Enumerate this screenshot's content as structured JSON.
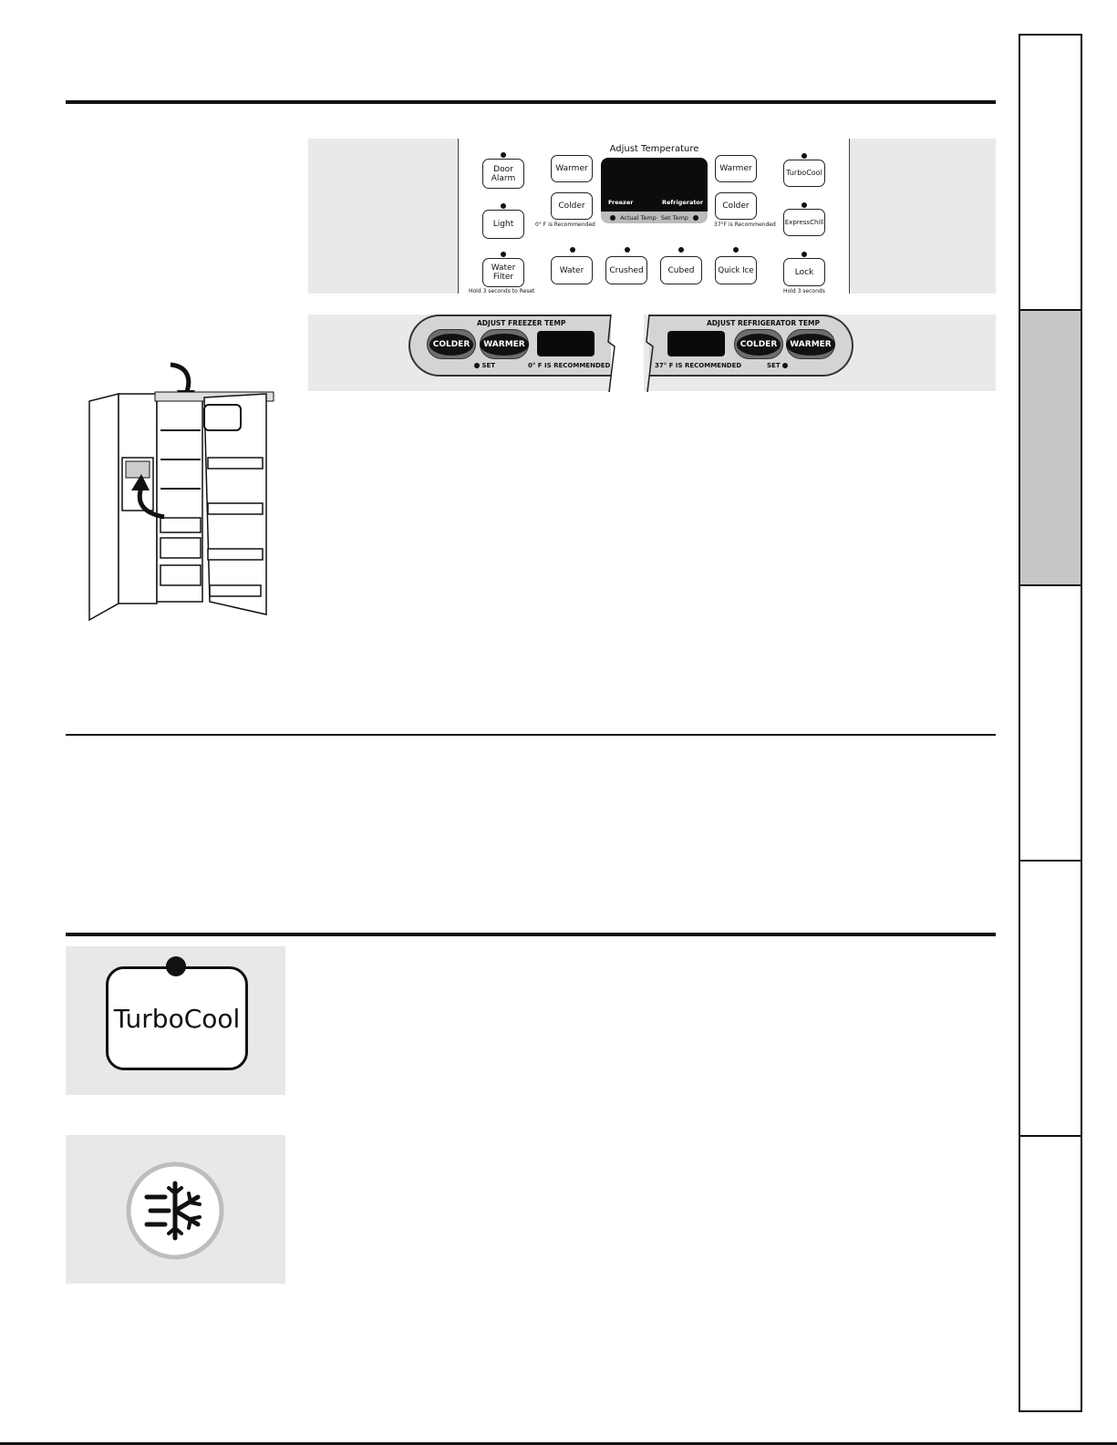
{
  "control_panel": {
    "title": "Adjust Temperature",
    "buttons": {
      "door_alarm": "Door Alarm",
      "light": "Light",
      "water_filter": "Water Filter",
      "warmer_left": "Warmer",
      "colder_left": "Colder",
      "warmer_right": "Warmer",
      "colder_right": "Colder",
      "turbocool": "TurboCool",
      "expresschill": "ExpressChill",
      "lock": "Lock",
      "water": "Water",
      "crushed": "Crushed",
      "cubed": "Cubed",
      "quick_ice": "Quick Ice"
    },
    "display": {
      "freezer": "Freezer",
      "refrigerator": "Refrigerator",
      "actual_temp": "Actual Temp",
      "set_temp": "Set Temp"
    },
    "notes": {
      "freezer_recommended": "0° F is Recommended",
      "fridge_recommended": "37°F is Recommended",
      "water_filter_hold": "Hold 3 seconds to Reset",
      "lock_hold": "Hold 3 seconds"
    }
  },
  "alt_panel": {
    "freezer": {
      "title": "ADJUST FREEZER TEMP",
      "colder": "COLDER",
      "warmer": "WARMER",
      "set": "SET",
      "recommended": "0° F IS RECOMMENDED"
    },
    "fridge": {
      "title": "ADJUST REFRIGERATOR TEMP",
      "colder": "COLDER",
      "warmer": "WARMER",
      "set": "SET",
      "recommended": "37° F IS RECOMMENDED"
    }
  },
  "turbocool_card": {
    "label": "TurboCool"
  },
  "colors": {
    "panel_bg": "#e9e9e9",
    "tab_shaded": "#c7c7c7",
    "pill_bg": "#d4d4d4",
    "ink": "#111111"
  }
}
